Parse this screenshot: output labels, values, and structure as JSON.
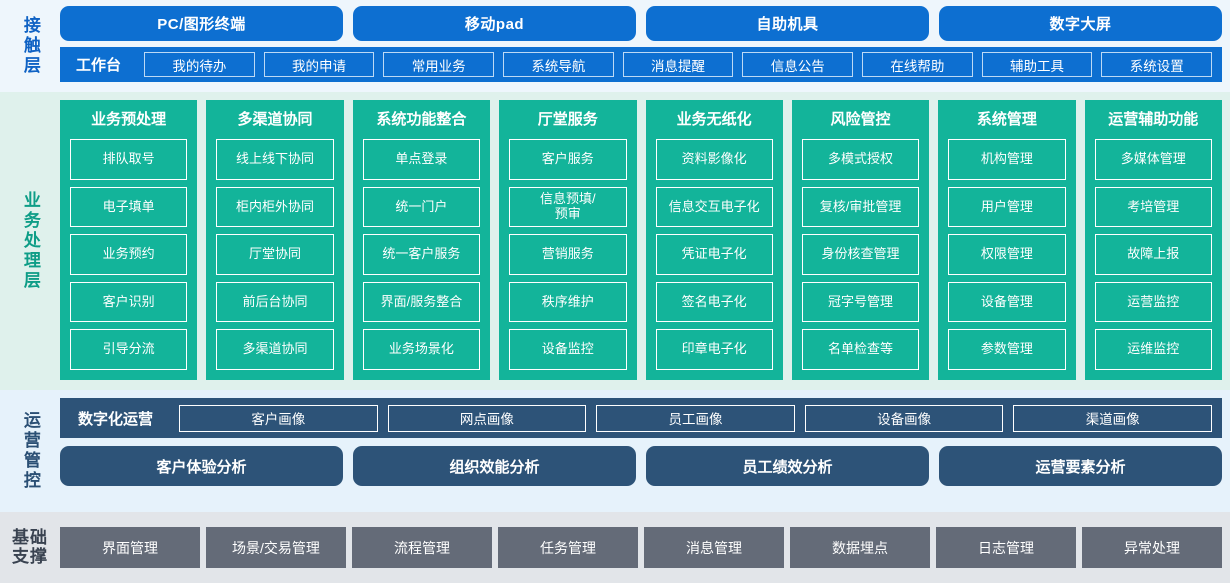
{
  "diagram": {
    "type": "layered-architecture",
    "layers": [
      {
        "name": "contact",
        "label": "接触层"
      },
      {
        "name": "business",
        "label": "业务处理层"
      },
      {
        "name": "operations",
        "label": "运营管控"
      },
      {
        "name": "foundation",
        "label": "基础支撑"
      }
    ]
  },
  "colors": {
    "contact_blue": "#0d6fd1",
    "contact_bg": "#eef6fc",
    "business_teal": "#13b49a",
    "business_bg": "#dff1ec",
    "ops_slate": "#2d5378",
    "ops_bg": "#e6f2fb",
    "base_gray": "#646b78",
    "base_bg": "#e2e5e9"
  },
  "contact_layer": {
    "label": "接触层",
    "channels": [
      "PC/图形终端",
      "移动pad",
      "自助机具",
      "数字大屏"
    ],
    "nav_title": "工作台",
    "nav_items": [
      "我的待办",
      "我的申请",
      "常用业务",
      "系统导航",
      "消息提醒",
      "信息公告",
      "在线帮助",
      "辅助工具",
      "系统设置"
    ]
  },
  "business_layer": {
    "label": "业务处理层",
    "columns": [
      {
        "title": "业务预处理",
        "items": [
          "排队取号",
          "电子填单",
          "业务预约",
          "客户识别",
          "引导分流"
        ]
      },
      {
        "title": "多渠道协同",
        "items": [
          "线上线下协同",
          "柜内柜外协同",
          "厅堂协同",
          "前后台协同",
          "多渠道协同"
        ]
      },
      {
        "title": "系统功能整合",
        "items": [
          "单点登录",
          "统一门户",
          "统一客户服务",
          "界面/服务整合",
          "业务场景化"
        ]
      },
      {
        "title": "厅堂服务",
        "items": [
          "客户服务",
          "信息预填/\n预审",
          "营销服务",
          "秩序维护",
          "设备监控"
        ]
      },
      {
        "title": "业务无纸化",
        "items": [
          "资料影像化",
          "信息交互电子化",
          "凭证电子化",
          "签名电子化",
          "印章电子化"
        ]
      },
      {
        "title": "风险管控",
        "items": [
          "多模式授权",
          "复核/审批管理",
          "身份核查管理",
          "冠字号管理",
          "名单检查等"
        ]
      },
      {
        "title": "系统管理",
        "items": [
          "机构管理",
          "用户管理",
          "权限管理",
          "设备管理",
          "参数管理"
        ]
      },
      {
        "title": "运营辅助功能",
        "items": [
          "多媒体管理",
          "考培管理",
          "故障上报",
          "运营监控",
          "运维监控"
        ]
      }
    ]
  },
  "operations_layer": {
    "label": "运营管控",
    "portrait_title": "数字化运营",
    "portrait_items": [
      "客户画像",
      "网点画像",
      "员工画像",
      "设备画像",
      "渠道画像"
    ],
    "analysis_items": [
      "客户体验分析",
      "组织效能分析",
      "员工绩效分析",
      "运营要素分析"
    ]
  },
  "foundation_layer": {
    "label": "基础支撑",
    "label_chars": [
      "基",
      "础",
      "支",
      "撑"
    ],
    "items": [
      "界面管理",
      "场景/交易管理",
      "流程管理",
      "任务管理",
      "消息管理",
      "数据埋点",
      "日志管理",
      "异常处理"
    ]
  }
}
